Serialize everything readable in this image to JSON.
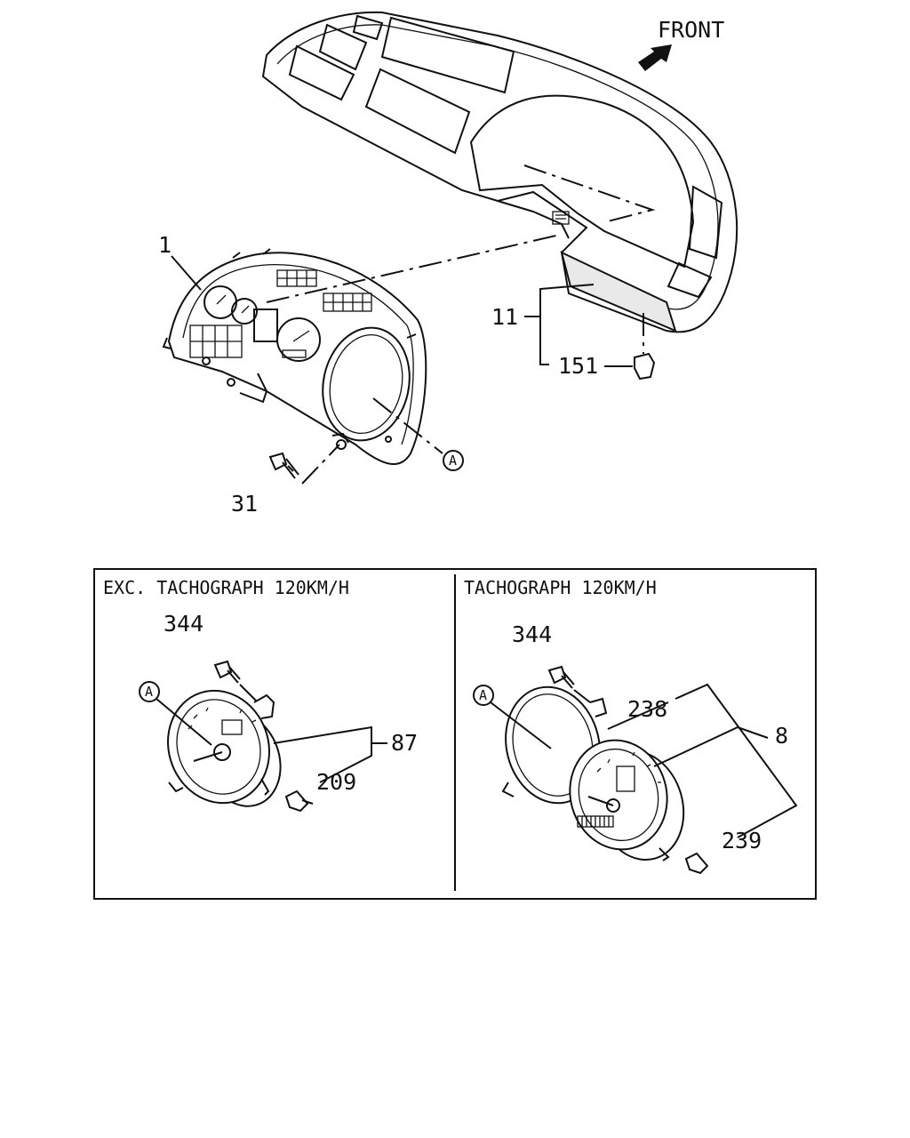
{
  "orientation": {
    "front_label": "FRONT"
  },
  "callouts": {
    "instrument_panel": "1",
    "dash_panel": "11",
    "clip": "151",
    "screw": "31",
    "ref_a_main": "A"
  },
  "panels": [
    {
      "title": "EXC. TACHOGRAPH 120KM/H",
      "callouts": {
        "screw": "344",
        "speedometer": "87",
        "bulb": "209",
        "ref_a": "A"
      }
    },
    {
      "title": "TACHOGRAPH 120KM/H",
      "callouts": {
        "screw": "344",
        "lens": "238",
        "tachograph": "8",
        "bulb": "239",
        "ref_a": "A"
      }
    }
  ],
  "colors": {
    "line": "#111111",
    "background": "#ffffff"
  }
}
